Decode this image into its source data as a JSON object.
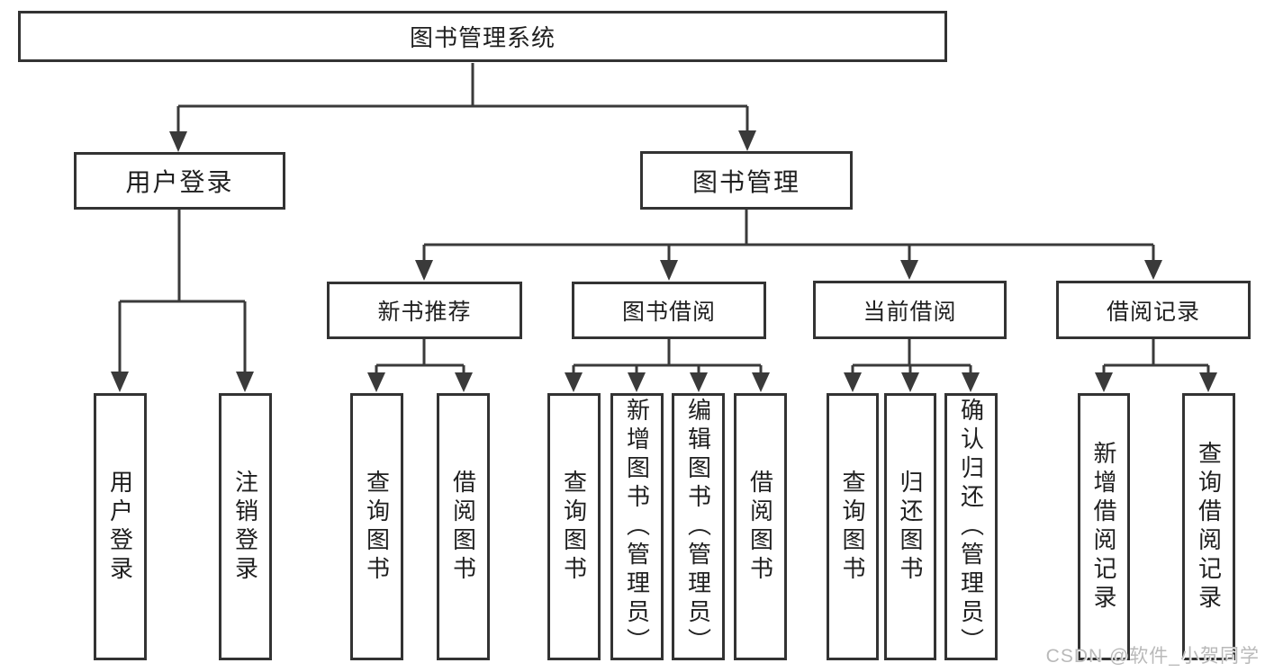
{
  "tree": {
    "root": {
      "label": "图书管理系统"
    },
    "branches": [
      {
        "label": "用户登录",
        "children": [
          {
            "label": "用户登录"
          },
          {
            "label": "注销登录"
          }
        ]
      },
      {
        "label": "图书管理",
        "children": [
          {
            "label": "新书推荐",
            "children": [
              {
                "label": "查询图书"
              },
              {
                "label": "借阅图书"
              }
            ]
          },
          {
            "label": "图书借阅",
            "children": [
              {
                "label": "查询图书"
              },
              {
                "label": "新增图书（管理员）"
              },
              {
                "label": "编辑图书（管理员）"
              },
              {
                "label": "借阅图书"
              }
            ]
          },
          {
            "label": "当前借阅",
            "children": [
              {
                "label": "查询图书"
              },
              {
                "label": "归还图书"
              },
              {
                "label": "确认归还（管理员）"
              }
            ]
          },
          {
            "label": "借阅记录",
            "children": [
              {
                "label": "新增借阅记录"
              },
              {
                "label": "查询借阅记录"
              }
            ]
          }
        ]
      }
    ]
  },
  "watermark": {
    "text": "CSDN @软件_小贺同学"
  },
  "colors": {
    "line": "#3a3a3a",
    "border": "#333333",
    "text": "#1f1f1f",
    "background": "#ffffff",
    "watermark": "#b9b9b9"
  }
}
